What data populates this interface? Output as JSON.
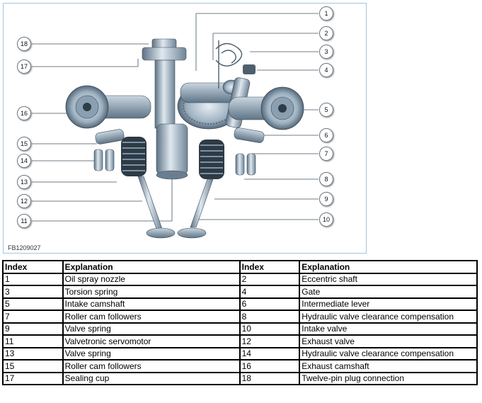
{
  "figure_code": "FB1209027",
  "callouts": [
    "1",
    "2",
    "3",
    "4",
    "5",
    "6",
    "7",
    "8",
    "9",
    "10",
    "11",
    "12",
    "13",
    "14",
    "15",
    "16",
    "17",
    "18"
  ],
  "legend": {
    "headers": [
      "Index",
      "Explanation",
      "Index",
      "Explanation"
    ],
    "rows": [
      [
        "1",
        "Oil spray nozzle",
        "2",
        "Eccentric shaft"
      ],
      [
        "3",
        "Torsion spring",
        "4",
        "Gate"
      ],
      [
        "5",
        "Intake camshaft",
        "6",
        "Intermediate lever"
      ],
      [
        "7",
        "Roller cam followers",
        "8",
        "Hydraulic valve clearance compensation"
      ],
      [
        "9",
        "Valve spring",
        "10",
        "Intake valve"
      ],
      [
        "11",
        "Valvetronic servomotor",
        "12",
        "Exhaust valve"
      ],
      [
        "13",
        "Valve spring",
        "14",
        "Hydraulic valve clearance compensation"
      ],
      [
        "15",
        "Roller cam followers",
        "16",
        "Exhaust camshaft"
      ],
      [
        "17",
        "Sealing cup",
        "18",
        "Twelve-pin plug connection"
      ]
    ]
  }
}
